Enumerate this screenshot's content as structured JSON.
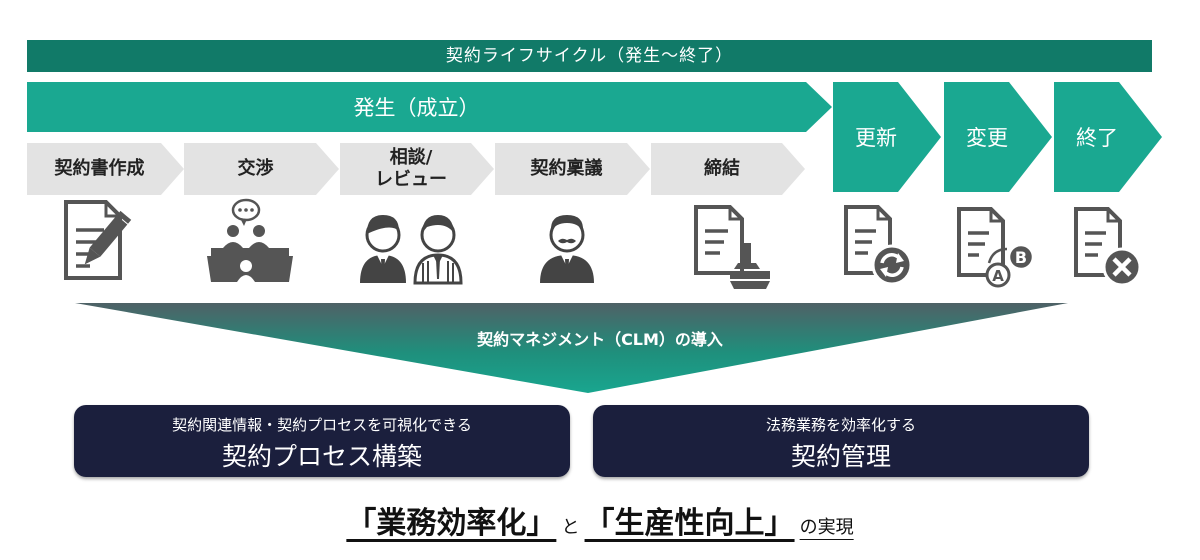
{
  "lifecycle_title": "契約ライフサイクル（発生～終了）",
  "phase_occurrence": "発生（成立）",
  "phases_right": [
    "更新",
    "変更",
    "終了"
  ],
  "steps": [
    {
      "line1": "契約書作成",
      "line2": ""
    },
    {
      "line1": "交渉",
      "line2": ""
    },
    {
      "line1": "相談/",
      "line2": "レビュー"
    },
    {
      "line1": "契約稟議",
      "line2": ""
    },
    {
      "line1": "締結",
      "line2": ""
    }
  ],
  "funnel_label": "契約マネジメント（CLM）の導入",
  "boxes": [
    {
      "sub": "契約関連情報・契約プロセスを可視化できる",
      "main": "契約プロセス構築"
    },
    {
      "sub": "法務業務を効率化する",
      "main": "契約管理"
    }
  ],
  "outcome": {
    "part1": "「業務効率化」",
    "part2": "と",
    "part3": "「生産性向上」",
    "part4": "の実現"
  },
  "colors": {
    "dark_teal": "#117a68",
    "teal": "#1aa891",
    "gray_step": "#e3e3e3",
    "navy_box": "#1b1f3d",
    "icon_gray": "#555555"
  }
}
